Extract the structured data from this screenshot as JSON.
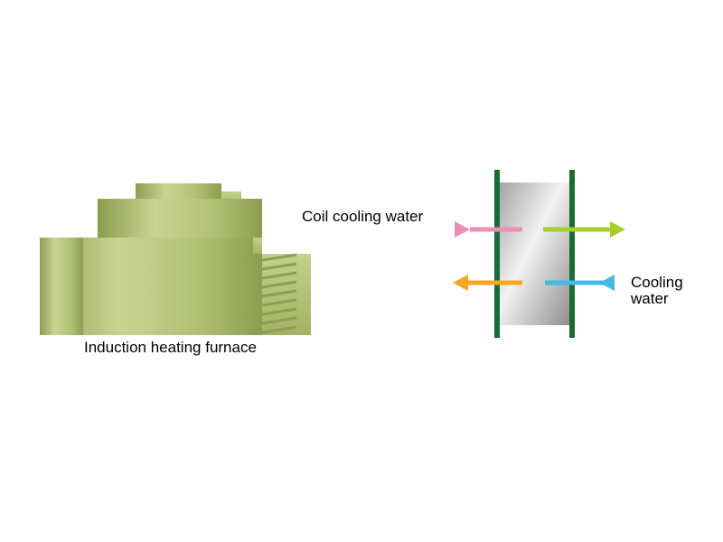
{
  "labels": {
    "coil_cooling_water": "Coil cooling water",
    "furnace": "Induction heating furnace",
    "cooling_line1": "Cooling",
    "cooling_line2": "water"
  },
  "colors": {
    "furnace_light": "#c3d08b",
    "furnace_dark": "#8d9d4f",
    "hx_frame": "#1b6b35",
    "hx_body_light": "#f0f0f0",
    "hx_body_dark": "#8f8f8f",
    "hot_water": "#e98fb8",
    "return_water": "#f5a623",
    "cool_in": "#43b9e6",
    "cool_out": "#a6cf28"
  }
}
